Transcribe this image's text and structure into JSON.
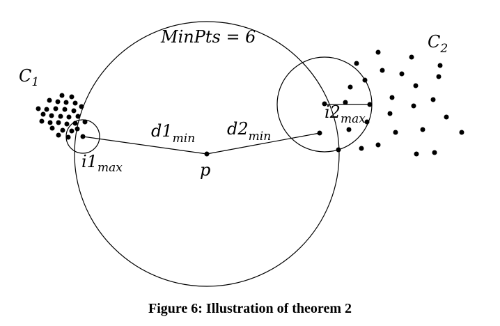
{
  "labels": {
    "minpts": "MinPts = 6",
    "c1_main": "C",
    "c1_sub": "1",
    "c2_main": "C",
    "c2_sub": "2",
    "d1_main": "d1",
    "d1_sub": "min",
    "d2_main": "d2",
    "d2_sub": "min",
    "i1_main": "i1",
    "i1_sub": "max",
    "i2_main": "i2",
    "i2_sub": "max",
    "p": "p"
  },
  "caption": "Figure 6: Illustration of theorem 2"
}
